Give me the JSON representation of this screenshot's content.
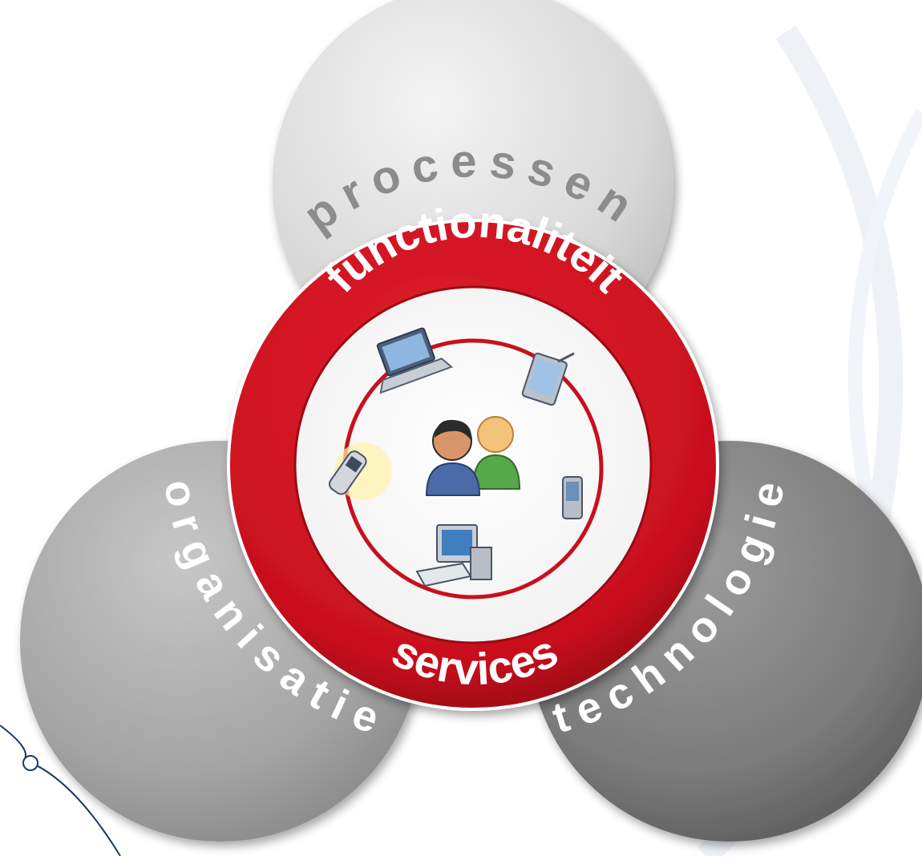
{
  "labels": {
    "top": "processen",
    "left": "organisatie",
    "right": "technologie",
    "ring_top": "functionaliteit",
    "ring_bottom": "services"
  },
  "icons": [
    "laptop-icon",
    "tablet-icon",
    "mobile-phone-icon",
    "pda-icon",
    "desktop-computer-icon",
    "users-icon"
  ],
  "colors": {
    "ring_red": "#c8101e",
    "ring_red_dark": "#9b0a14",
    "top_circle": "#d7d7d7",
    "left_circle": "#a3a3a3",
    "right_circle": "#7b7b7b",
    "gray_label": "#8e8e8e",
    "white_label": "#ffffff",
    "accent_blue": "#3a5f8c"
  }
}
